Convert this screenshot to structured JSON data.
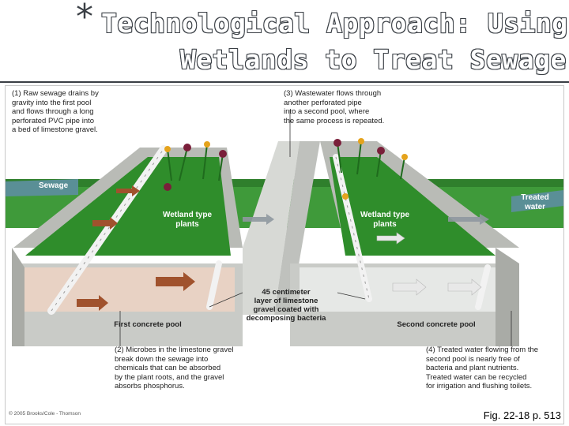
{
  "slide": {
    "asterisk": "*",
    "title_line1": "Technological Approach: Using",
    "title_line2": "Wetlands to Treat Sewage"
  },
  "notes": {
    "n1": "(1) Raw sewage drains by\ngravity into the first pool\nand flows through a long\nperforated PVC pipe into\na bed of limestone gravel.",
    "n2": "(2) Microbes in the limestone gravel\nbreak down the sewage into\nchemicals that can be absorbed\nby the plant roots, and the gravel\nabsorbs phosphorus.",
    "n3": "(3) Wastewater flows through\nanother perforated pipe\ninto a second pool, where\nthe same process is repeated.",
    "n4": "(4) Treated water flowing from the\nsecond pool is nearly free of\nbacteria and plant nutrients.\nTreated water can be recycled\nfor irrigation and flushing toilets."
  },
  "labels": {
    "sewage": "Sewage",
    "treated_water": "Treated\nwater",
    "wetland_plants_1": "Wetland type\nplants",
    "wetland_plants_2": "Wetland type\nplants",
    "limestone_layer": "45 centimeter\nlayer of limestone\ngravel coated with\ndecomposing bacteria",
    "first_pool": "First concrete pool",
    "second_pool": "Second concrete pool"
  },
  "credit": "© 2005 Brooks/Cole - Thomson",
  "fig_ref": "Fig. 22-18 p. 513",
  "colors": {
    "grass": "#3f9a3a",
    "concrete": "#c9cbc7",
    "gravel": "#e8d2c4",
    "gravel_second": "#e6e8e6",
    "flow_arrow": "#a0522d",
    "title_outline": "#3a3f45"
  }
}
